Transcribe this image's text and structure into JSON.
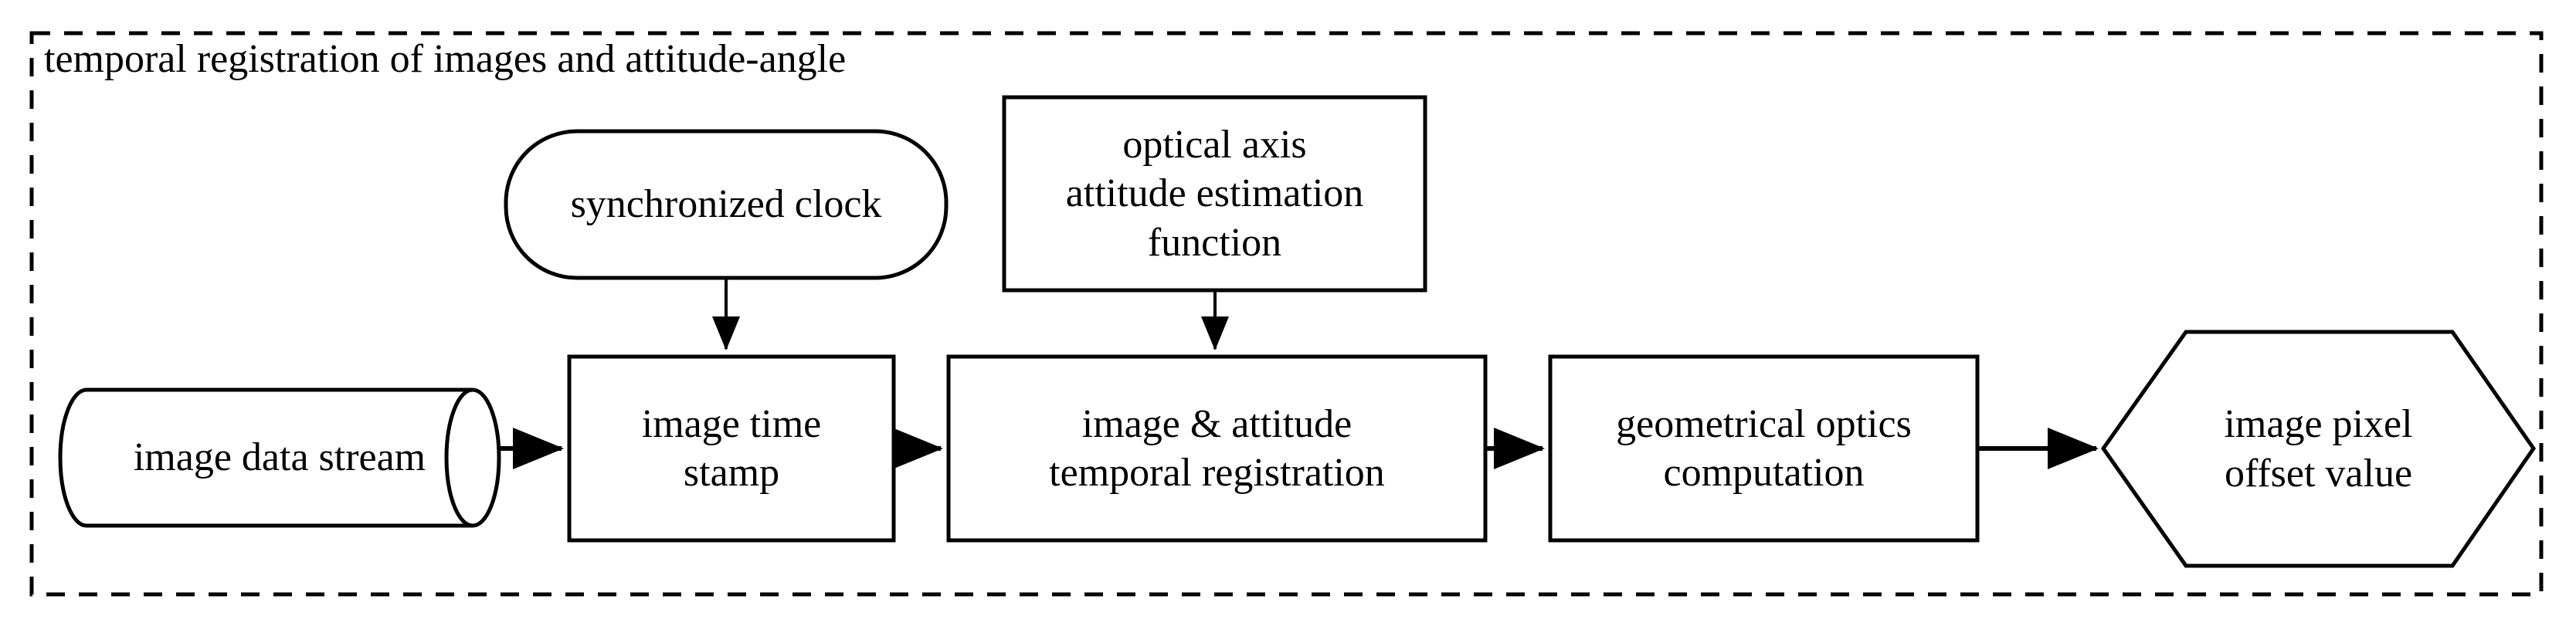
{
  "diagram": {
    "group": {
      "title": "temporal registration of images and attitude-angle",
      "border_style": "dashed",
      "border_color": "#000000"
    },
    "colors": {
      "stroke": "#000000",
      "fill": "#ffffff",
      "text": "#000000"
    },
    "nodes": [
      {
        "id": "image-data-stream",
        "shape": "cylinder",
        "lines": [
          "image data stream"
        ]
      },
      {
        "id": "synchronized-clock",
        "shape": "stadium",
        "lines": [
          "synchronized clock"
        ]
      },
      {
        "id": "optical-axis-attitude-estimation-function",
        "shape": "rectangle",
        "lines": [
          "optical axis",
          "attitude estimation",
          "function"
        ]
      },
      {
        "id": "image-time-stamp",
        "shape": "rectangle",
        "lines": [
          "image time",
          "stamp"
        ]
      },
      {
        "id": "image-attitude-temporal-registration",
        "shape": "rectangle",
        "lines": [
          "image & attitude",
          "temporal registration"
        ]
      },
      {
        "id": "geometrical-optics-computation",
        "shape": "rectangle",
        "lines": [
          "geometrical optics",
          "computation"
        ]
      },
      {
        "id": "image-pixel-offset-value",
        "shape": "hexagon",
        "lines": [
          "image pixel",
          "offset value"
        ]
      }
    ],
    "edges": [
      {
        "id": "edge-stream-to-timestamp",
        "from": "image-data-stream",
        "to": "image-time-stamp",
        "direction": "right"
      },
      {
        "id": "edge-clock-to-timestamp",
        "from": "synchronized-clock",
        "to": "image-time-stamp",
        "direction": "down"
      },
      {
        "id": "edge-timestamp-to-registration",
        "from": "image-time-stamp",
        "to": "image-attitude-temporal-registration",
        "direction": "right"
      },
      {
        "id": "edge-optical-to-registration",
        "from": "optical-axis-attitude-estimation-function",
        "to": "image-attitude-temporal-registration",
        "direction": "down"
      },
      {
        "id": "edge-registration-to-optics",
        "from": "image-attitude-temporal-registration",
        "to": "geometrical-optics-computation",
        "direction": "right"
      },
      {
        "id": "edge-optics-to-offset",
        "from": "geometrical-optics-computation",
        "to": "image-pixel-offset-value",
        "direction": "right"
      }
    ]
  }
}
